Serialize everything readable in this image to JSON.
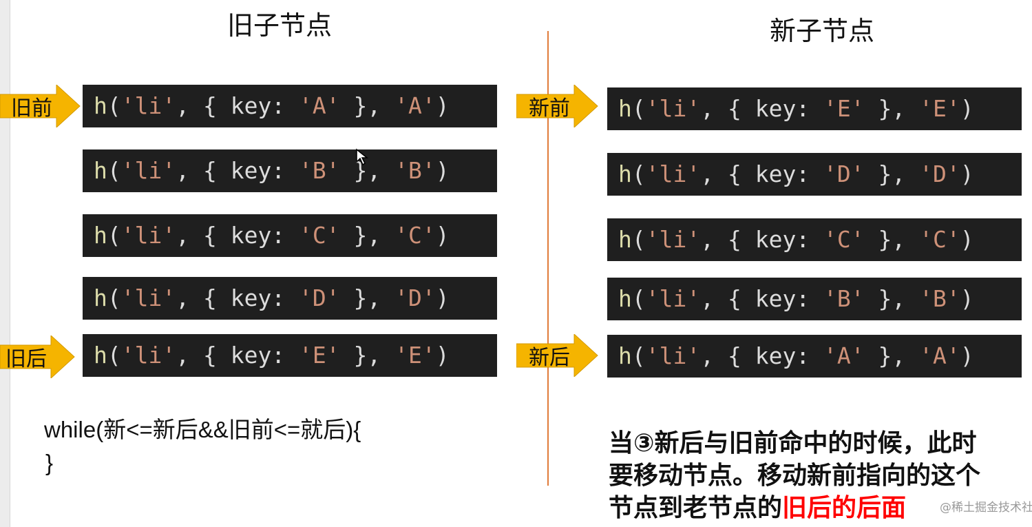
{
  "old_title": "旧子节点",
  "new_title": "新子节点",
  "old_nodes": [
    {
      "fn": "h",
      "tag": "'li'",
      "key": "'A'",
      "text": "'A'"
    },
    {
      "fn": "h",
      "tag": "'li'",
      "key": "'B'",
      "text": "'B'"
    },
    {
      "fn": "h",
      "tag": "'li'",
      "key": "'C'",
      "text": "'C'"
    },
    {
      "fn": "h",
      "tag": "'li'",
      "key": "'D'",
      "text": "'D'"
    },
    {
      "fn": "h",
      "tag": "'li'",
      "key": "'E'",
      "text": "'E'"
    }
  ],
  "new_nodes": [
    {
      "fn": "h",
      "tag": "'li'",
      "key": "'E'",
      "text": "'E'"
    },
    {
      "fn": "h",
      "tag": "'li'",
      "key": "'D'",
      "text": "'D'"
    },
    {
      "fn": "h",
      "tag": "'li'",
      "key": "'C'",
      "text": "'C'"
    },
    {
      "fn": "h",
      "tag": "'li'",
      "key": "'B'",
      "text": "'B'"
    },
    {
      "fn": "h",
      "tag": "'li'",
      "key": "'A'",
      "text": "'A'"
    }
  ],
  "pointers": {
    "old_front": "旧前",
    "old_back": "旧后",
    "new_front": "新前",
    "new_back": "新后"
  },
  "loop_code": {
    "line1": "while(新<=新后&&旧前<=就后){",
    "line2": "}"
  },
  "note": {
    "text": "当③新后与旧前命中的时候，此时要移动节点。移动新前指向的这个节点到老节点的",
    "highlight": "旧后的后面"
  },
  "watermark": "@稀土掘金技术社区",
  "colors": {
    "code_bg": "#1f1f1f",
    "fn": "#dcdcaa",
    "string": "#ce9178",
    "arrow": "#f5b400",
    "divider": "#e07b39",
    "highlight": "#ff0000"
  }
}
